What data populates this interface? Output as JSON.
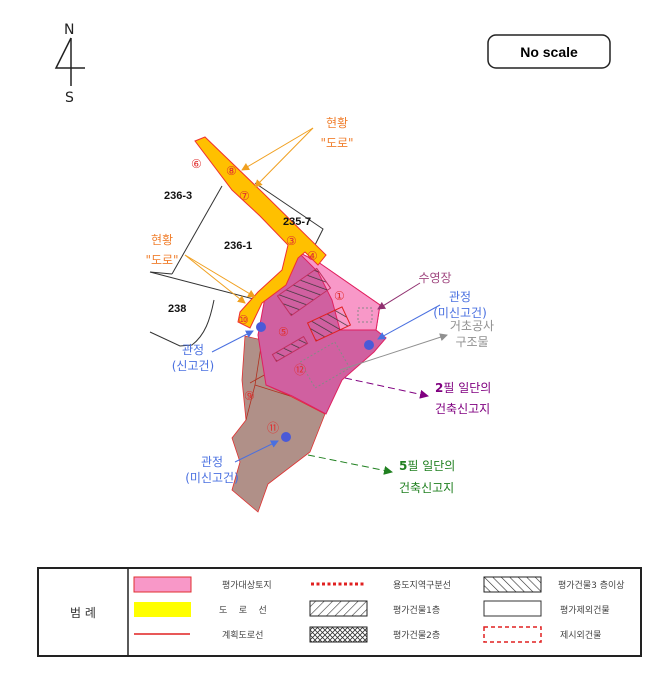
{
  "compass": {
    "north": "N",
    "south": "S"
  },
  "scale_note": "No scale",
  "parcels": [
    "236-3",
    "235-7",
    "236-1",
    "238"
  ],
  "lot_numbers": [
    "⑥",
    "⑧",
    "⑦",
    "③",
    "④",
    "①",
    "⑩",
    "⑤",
    "⑫",
    "⑨",
    "⑪"
  ],
  "annotations": {
    "road_top": {
      "line1": "현황",
      "line2": "\"도로\""
    },
    "road_left": {
      "line1": "현황",
      "line2": "\"도로\""
    },
    "pool": "수영장",
    "well_right": {
      "line1": "관정",
      "line2": "(미신고건)"
    },
    "foundation": {
      "line1": "거초공사",
      "line2": "구조물"
    },
    "well_left": {
      "line1": "관정",
      "line2": "(신고건)"
    },
    "well_bottom": {
      "line1": "관정",
      "line2": "(미신고건)"
    },
    "permit2": {
      "num": "2",
      "line1": "필 일단의",
      "line2": "건축신고지"
    },
    "permit5": {
      "num": "5",
      "line1": "필 일단의",
      "line2": "건축신고지"
    }
  },
  "colors": {
    "target_land": "#f08cc0",
    "road": "#ffc800",
    "road_legend": "#ffff00",
    "plan_road": "#e02020",
    "brown": "#b09088",
    "road_text": "#f08030",
    "well": "#4a5ad8",
    "purple": "#800080",
    "green": "#208020"
  },
  "legend": {
    "title": "범 례",
    "items": [
      {
        "label": "평가대상토지",
        "icon": "pink-fill"
      },
      {
        "label": "용도지역구분선",
        "icon": "red-dotted-line"
      },
      {
        "label": "평가건물3 층이상",
        "icon": "hatch-backslash"
      },
      {
        "label": "도    로    선",
        "icon": "yellow-fill"
      },
      {
        "label": "평가건물1층",
        "icon": "hatch-slash"
      },
      {
        "label": "평가제외건물",
        "icon": "empty-box"
      },
      {
        "label": "계획도로선",
        "icon": "red-line"
      },
      {
        "label": "평가건물2층",
        "icon": "crosshatch"
      },
      {
        "label": "제시외건물",
        "icon": "red-dashed-box"
      }
    ]
  }
}
